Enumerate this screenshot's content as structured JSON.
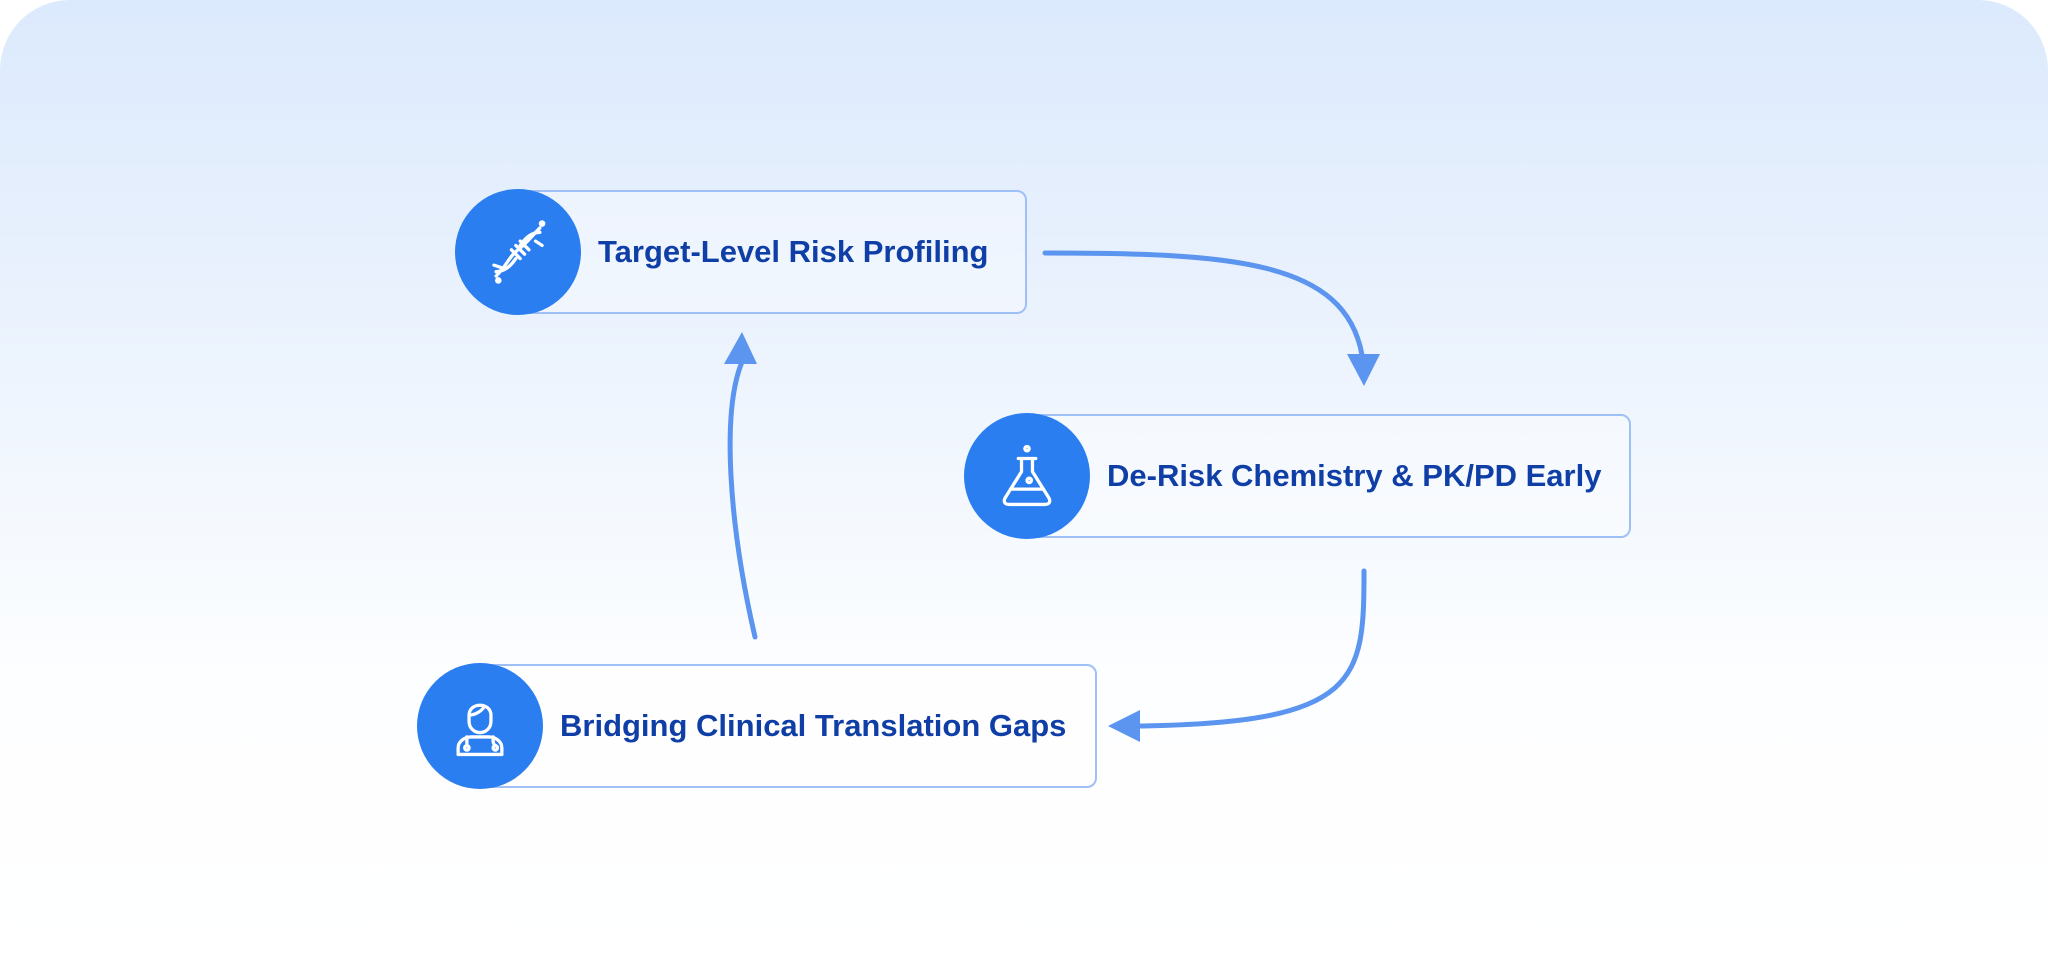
{
  "diagram": {
    "nodes": [
      {
        "id": "target",
        "label": "Target-Level Risk Profiling",
        "icon": "dna-icon"
      },
      {
        "id": "chemistry",
        "label": "De-Risk Chemistry & PK/PD Early",
        "icon": "flask-icon"
      },
      {
        "id": "clinical",
        "label": "Bridging Clinical Translation Gaps",
        "icon": "doctor-icon"
      }
    ],
    "edges": [
      {
        "from": "target",
        "to": "chemistry"
      },
      {
        "from": "chemistry",
        "to": "clinical"
      },
      {
        "from": "clinical",
        "to": "target"
      }
    ],
    "colors": {
      "accent": "#2a7ef0",
      "arrow": "#5b95ef",
      "label": "#0f3fa6",
      "border": "#9fc0f6"
    }
  }
}
